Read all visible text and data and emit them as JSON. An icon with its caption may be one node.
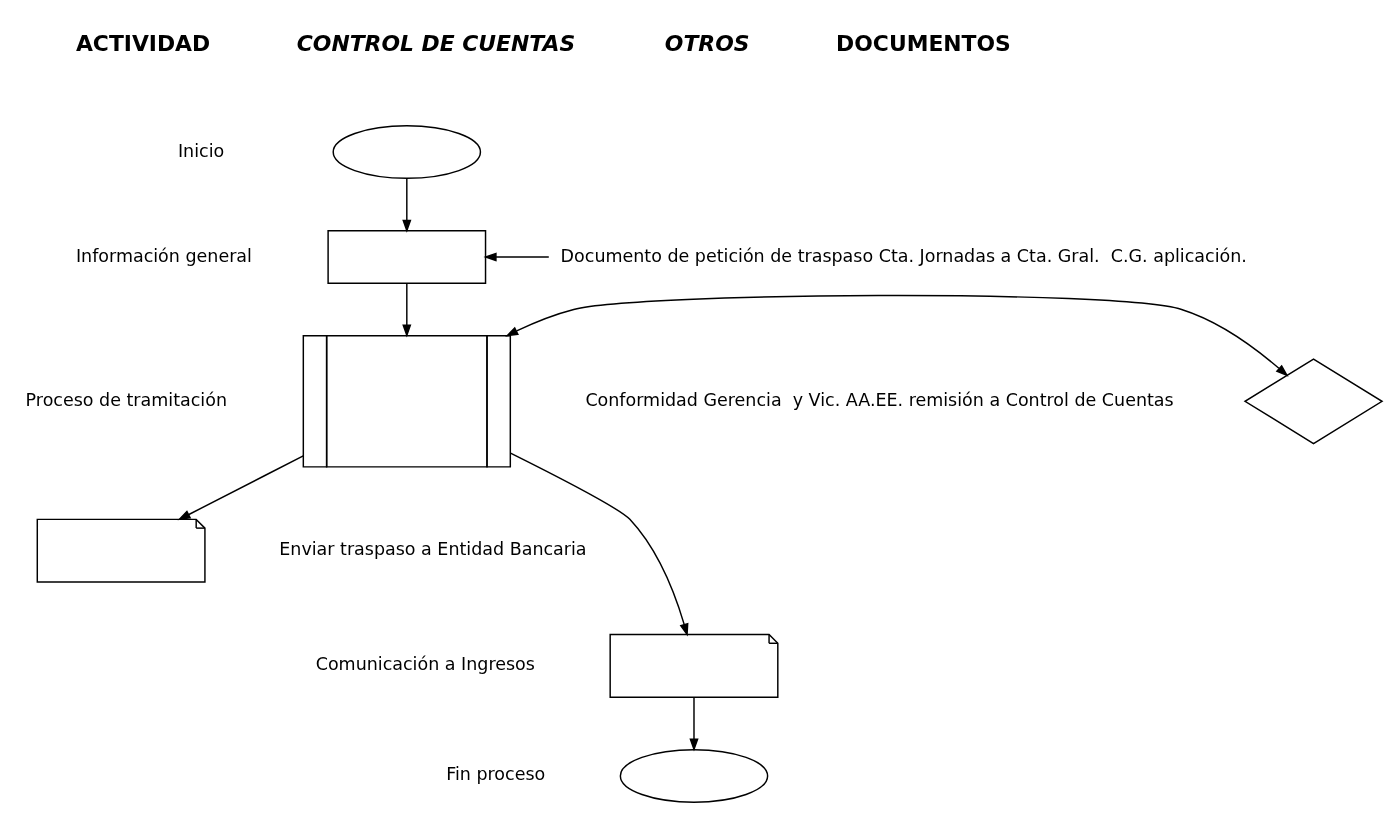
{
  "diagram": {
    "nodes": [
      {
        "text": [],
        "shape": "ellipse"
      },
      {
        "text": [],
        "shape": "box"
      },
      {
        "text": [
          "Documento de petición de traspaso Cta. Jornadas a Cta. Gral.  C.G. aplicación."
        ]
      },
      {
        "text": [],
        "shape": "box"
      },
      {
        "text": [],
        "shape": "diamond"
      },
      {
        "text": [],
        "shape": "document"
      },
      {
        "text": [],
        "shape": "document"
      },
      {
        "text": [],
        "shape": "ellipse"
      }
    ],
    "edges": [
      {
        "from": 0,
        "to": 1,
        "arrow": "to"
      },
      {
        "from": 2,
        "to": 1,
        "arrow": "to"
      },
      {
        "from": 1,
        "to": 3,
        "arrow": "to"
      },
      {
        "from": 3,
        "to": 4,
        "arrow": "both"
      },
      {
        "from": 3,
        "to": 5,
        "arrow": "to"
      },
      {
        "from": 3,
        "to": 6,
        "arrow": "to"
      },
      {
        "from": 6,
        "to": 7,
        "arrow": "to"
      }
    ],
    "labels": [
      "ACTIVIDAD",
      "CONTROL DE CUENTAS",
      "OTROS",
      "DOCUMENTOS",
      "Inicio",
      "Información general",
      "Proceso de tramitación",
      "Conformidad Gerencia  y Vic. AA.EE. remisión a Control de Cuentas",
      "Enviar traspaso a Entidad Bancaria",
      "Comunicación a Ingresos",
      "Fin proceso"
    ]
  }
}
